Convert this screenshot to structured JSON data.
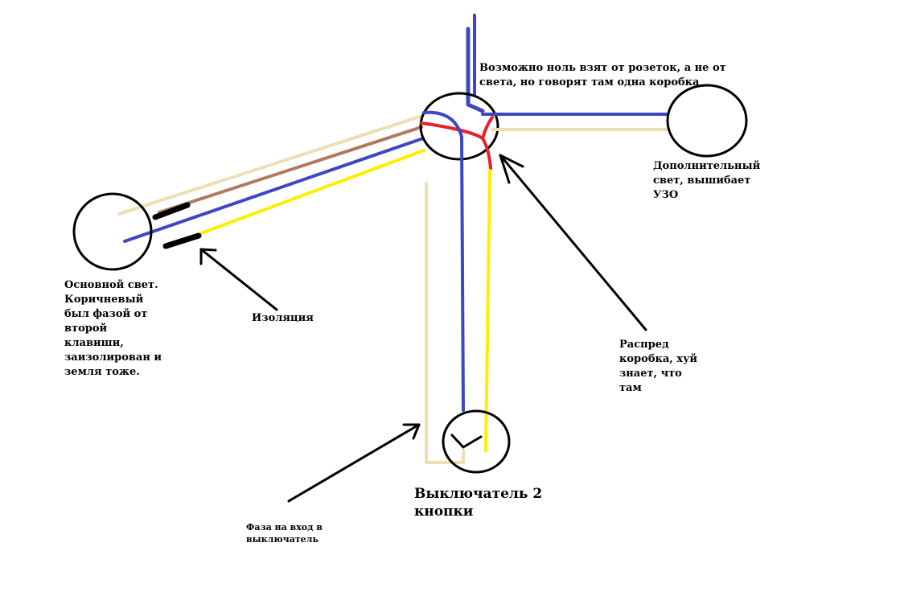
{
  "labels": {
    "main_light": [
      "Основной свет.",
      "Коричневый",
      "был фазой от",
      "второй",
      "клавиши,",
      "заизолирован и",
      "земля тоже."
    ],
    "insulation": "Изоляция",
    "junction_box": [
      "Распред",
      "коробка, хуй",
      "знает, что",
      "там"
    ],
    "extra_light": [
      "Дополнительный",
      "свет, вышибает",
      "УЗО"
    ],
    "top_note": [
      "Возможно ноль взят от розеток, а не от",
      "света, но говорят там одна коробка"
    ],
    "switch": [
      "Выключатель 2",
      "кнопки"
    ],
    "phase_input": [
      "Фаза на вход в",
      "выключатель"
    ]
  },
  "colors": {
    "outline": "#000000",
    "neutral_blue": "#3b47c4",
    "brown": "#b07a5e",
    "beige": "#ecdfb2",
    "yellow": "#ffee00",
    "red": "#e8202a",
    "background": "#ffffff"
  }
}
